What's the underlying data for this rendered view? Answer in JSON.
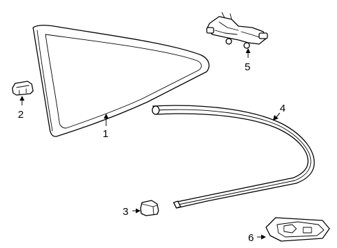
{
  "callouts": {
    "c1": "1",
    "c2": "2",
    "c3": "3",
    "c4": "4",
    "c5": "5",
    "c6": "6"
  },
  "line_color": "#000000",
  "background_color": "#ffffff"
}
